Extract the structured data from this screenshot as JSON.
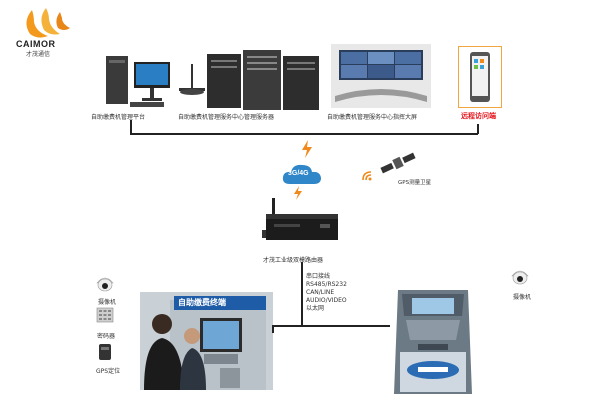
{
  "logo": {
    "brand": "CAIMOR",
    "sub": "才茂通信"
  },
  "labels": {
    "pc": "自助缴费机管理平台",
    "servers": "自助缴费机管理服务中心管理服务器",
    "control_room": "自助缴费机管理服务中心指挥大屏",
    "phone": "远程访问端",
    "cloud": "3G/4G",
    "gps": "GPS测量卫星",
    "router": "才茂工业级双模路由器",
    "camera_left": "摄像机",
    "keypad": "密码器",
    "gps_module": "GPS定位",
    "camera_right": "摄像机",
    "terminal_sign": "自助缴费终端"
  },
  "interfaces": [
    "串口接线",
    "RS485/RS232",
    "CAN/LINE",
    "AUDIO/VIDEO",
    "以太网"
  ],
  "colors": {
    "phone_label": "#e4161c",
    "cloud": "#2f86c8",
    "bolt": "#f08a1c",
    "line": "#222222"
  }
}
